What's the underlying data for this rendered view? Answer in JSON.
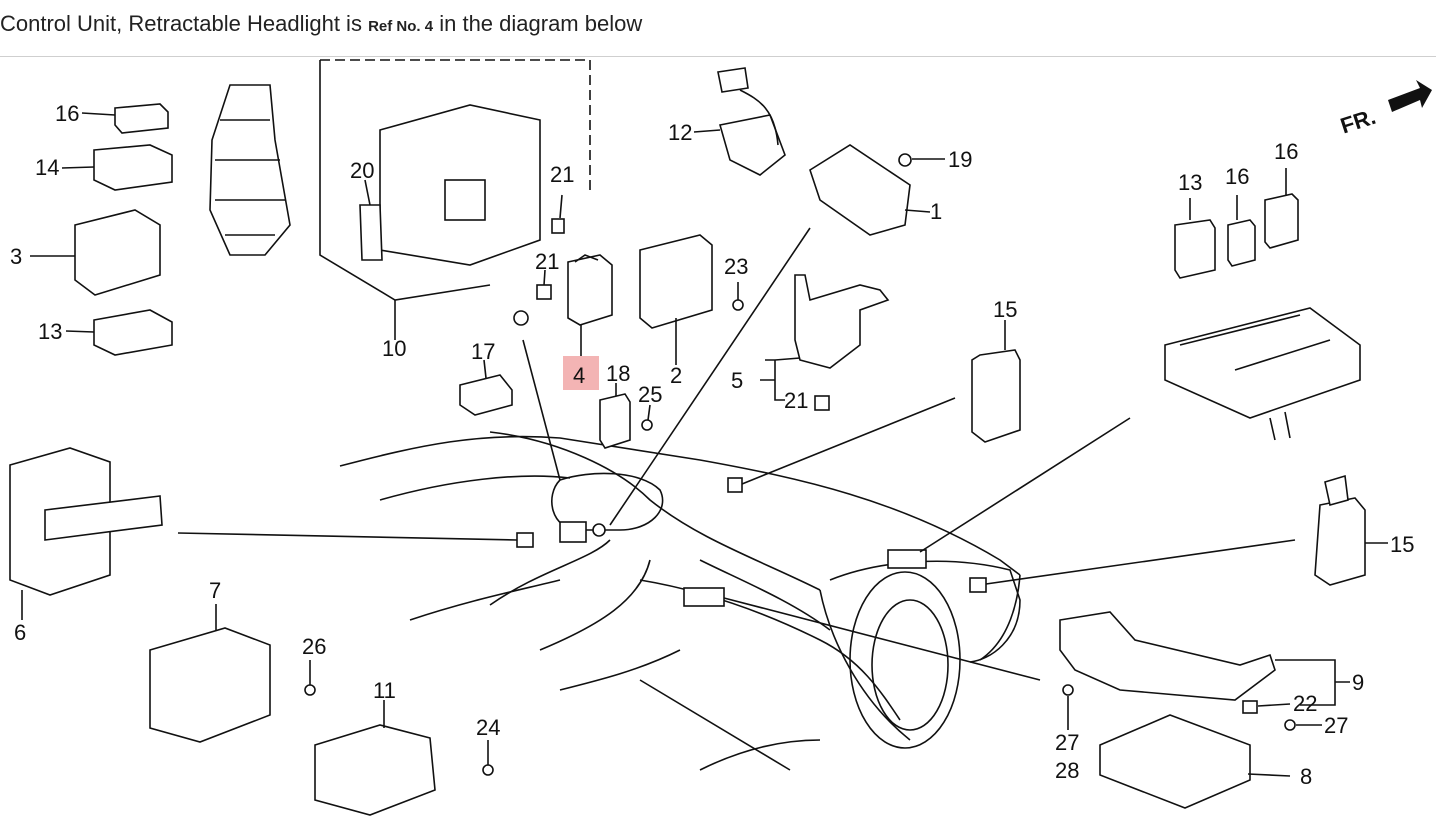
{
  "caption": {
    "prefix": "Control Unit, Retractable Headlight is",
    "ref": "Ref No. 4",
    "suffix": "in the diagram below"
  },
  "diagram": {
    "direction_label": "FR.",
    "highlight_color": "#f3b4b4",
    "highlighted_ref": "4",
    "callouts": {
      "c1": "1",
      "c2": "2",
      "c3": "3",
      "c4": "4",
      "c5": "5",
      "c6": "6",
      "c7": "7",
      "c8": "8",
      "c9": "9",
      "c10": "10",
      "c11": "11",
      "c12": "12",
      "c13a": "13",
      "c13b": "13",
      "c14": "14",
      "c15a": "15",
      "c15b": "15",
      "c16a": "16",
      "c16b": "16",
      "c16c": "16",
      "c17": "17",
      "c18": "18",
      "c19": "19",
      "c20": "20",
      "c21a": "21",
      "c21b": "21",
      "c21c": "21",
      "c22": "22",
      "c23": "23",
      "c24": "24",
      "c25": "25",
      "c26": "26",
      "c27a": "27",
      "c27b": "27",
      "c28": "28"
    }
  }
}
